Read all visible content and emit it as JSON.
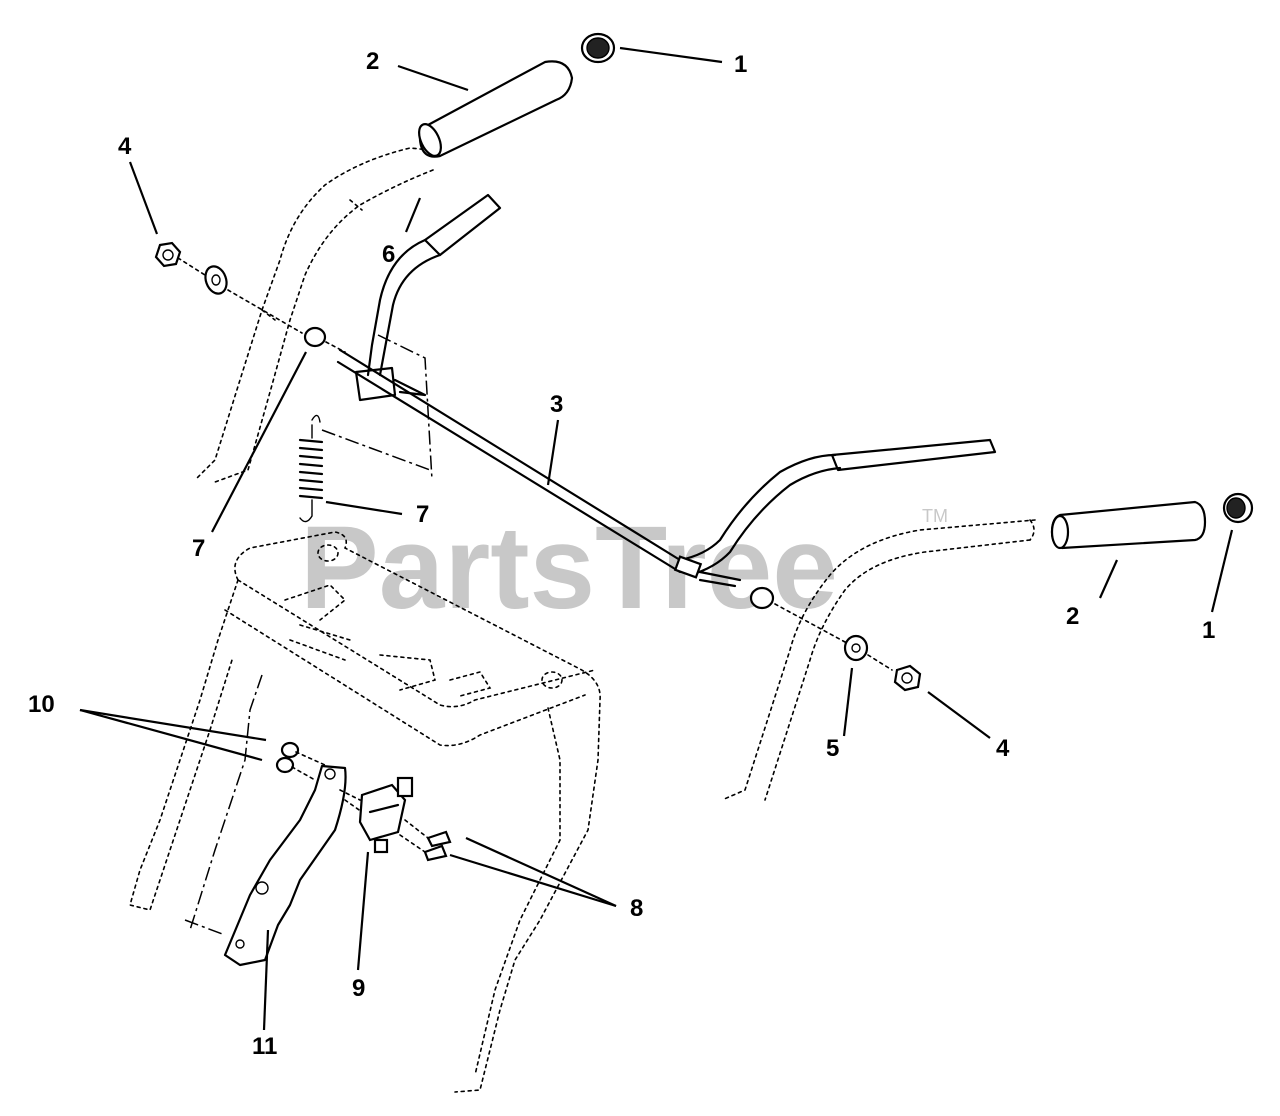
{
  "diagram": {
    "watermark": "PartsTree",
    "trademark": "TM",
    "callouts": {
      "c1_top": "1",
      "c1_right": "1",
      "c2_top": "2",
      "c2_right": "2",
      "c3": "3",
      "c4_left": "4",
      "c4_right": "4",
      "c5": "5",
      "c6": "6",
      "c7_left": "7",
      "c7_spring": "7",
      "c8": "8",
      "c9": "9",
      "c10": "10",
      "c11": "11"
    }
  }
}
